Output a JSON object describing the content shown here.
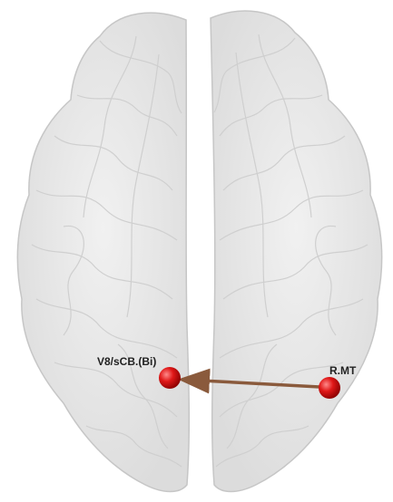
{
  "nodes": [
    {
      "id": "v8",
      "label": "V8/sCB.(Bi)",
      "color": "#e01818"
    },
    {
      "id": "rmt",
      "label": "R.MT",
      "color": "#e01818"
    }
  ],
  "edge": {
    "from": "rmt",
    "to": "v8",
    "color": "#8a5a3c",
    "directed": true
  },
  "colors": {
    "brain_fill": "#e6e6e6",
    "brain_stroke": "#c8c8c8",
    "fold_stroke": "#d0d0d0"
  }
}
